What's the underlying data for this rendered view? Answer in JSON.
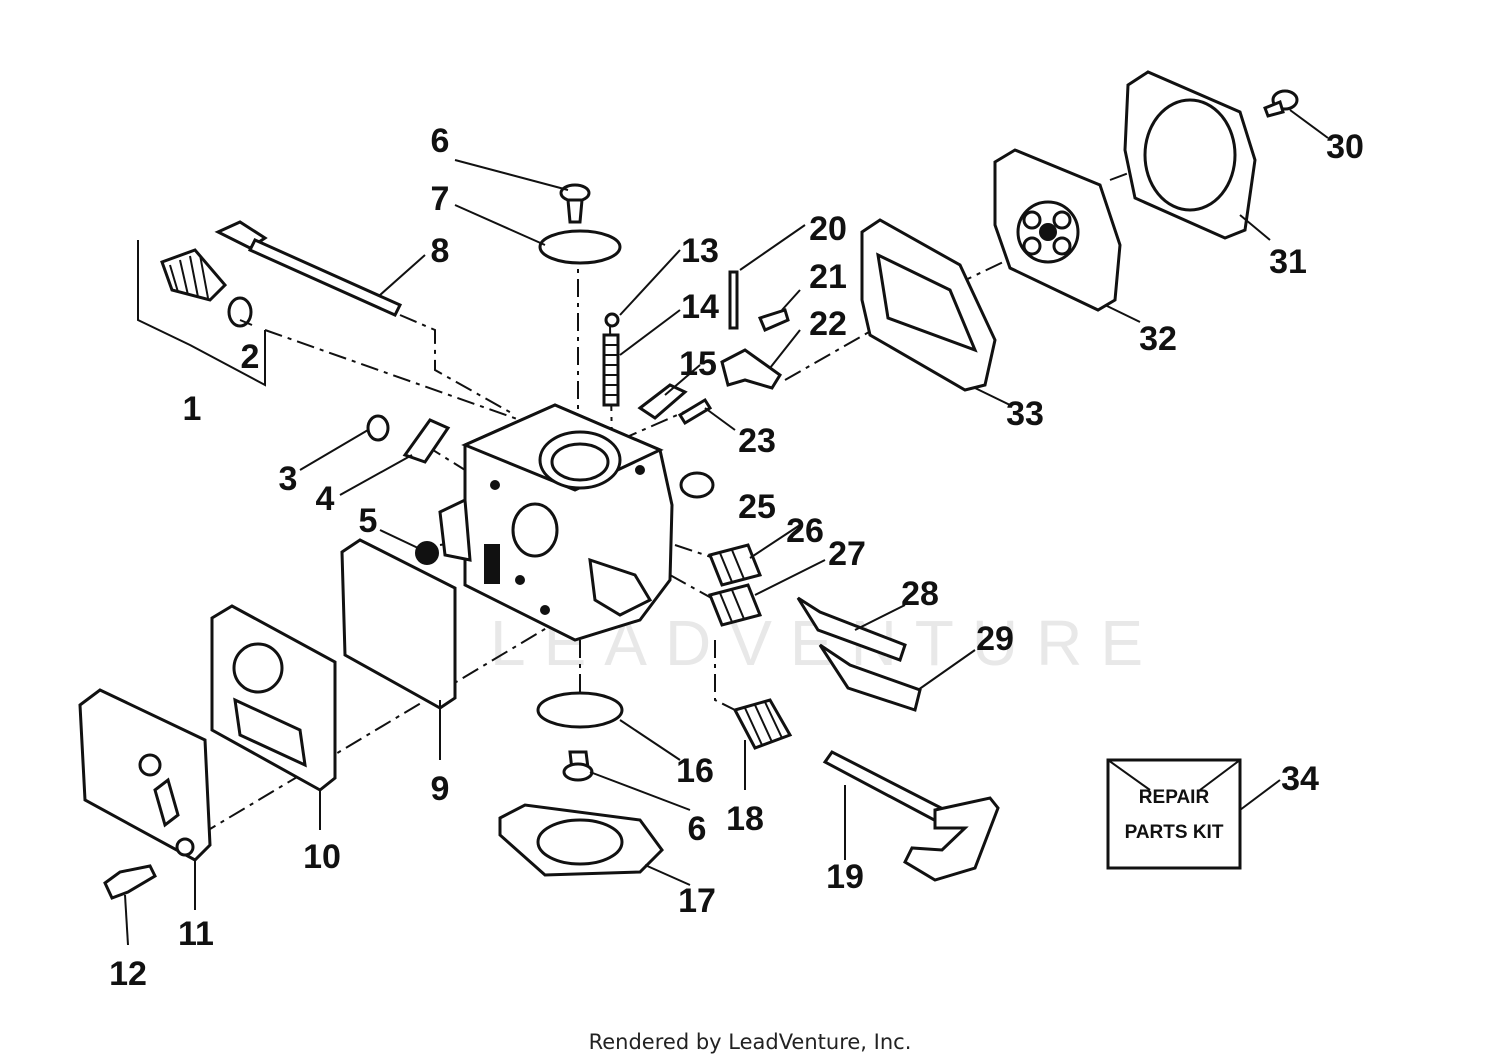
{
  "watermark": "LEADVENTURE",
  "footer": "Rendered by LeadVenture, Inc.",
  "callouts": [
    "1",
    "2",
    "3",
    "4",
    "5",
    "6",
    "7",
    "8",
    "9",
    "10",
    "11",
    "12",
    "13",
    "14",
    "15",
    "16",
    "6",
    "17",
    "18",
    "19",
    "20",
    "21",
    "22",
    "23",
    "25",
    "26",
    "27",
    "28",
    "29",
    "30",
    "31",
    "32",
    "33",
    "34"
  ],
  "repair_kit": {
    "line1": "REPAIR",
    "line2": "PARTS KIT"
  },
  "colors": {
    "ink": "#111111",
    "background": "#ffffff",
    "watermark": "#e8e8e8"
  }
}
